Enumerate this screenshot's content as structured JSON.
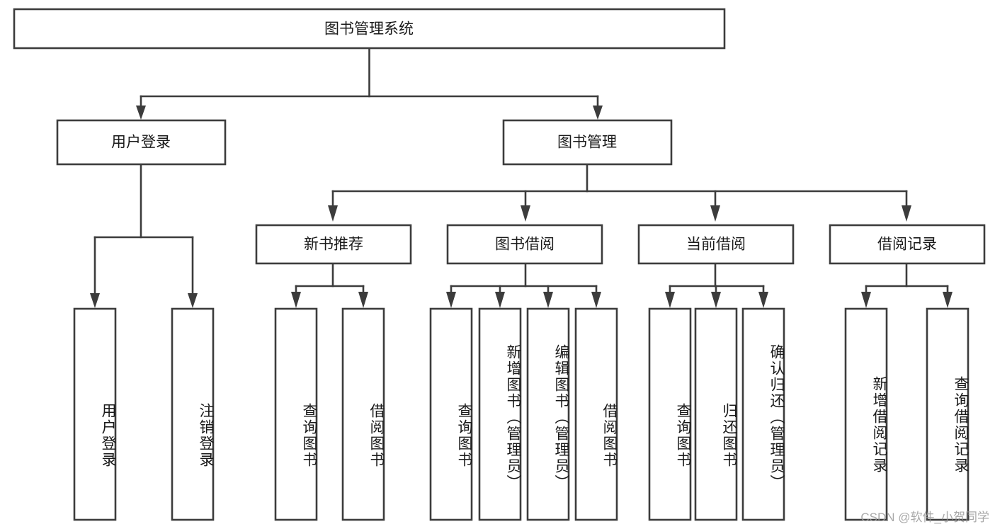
{
  "diagram": {
    "type": "tree",
    "title": "图书管理系统",
    "watermark": "CSDN @软件_小贺同学",
    "colors": {
      "box_stroke": "#3c3c3c",
      "box_fill": "#ffffff",
      "text": "#1a1a1a",
      "background": "#ffffff",
      "watermark": "#9a9a9a"
    },
    "levels": {
      "root": {
        "label": "图书管理系统"
      },
      "level2": [
        {
          "label": "用户登录"
        },
        {
          "label": "图书管理"
        }
      ],
      "level3": [
        {
          "label": "新书推荐"
        },
        {
          "label": "图书借阅"
        },
        {
          "label": "当前借阅"
        },
        {
          "label": "借阅记录"
        }
      ]
    },
    "leaves": {
      "user_login": [
        {
          "label": "用户登录"
        },
        {
          "label": "注销登录"
        }
      ],
      "new_book_recommend": [
        {
          "label": "查询图书"
        },
        {
          "label": "借阅图书"
        }
      ],
      "book_borrow": [
        {
          "label": "查询图书"
        },
        {
          "label": "新增图书（管理员）"
        },
        {
          "label": "编辑图书（管理员）"
        },
        {
          "label": "借阅图书"
        }
      ],
      "current_borrow": [
        {
          "label": "查询图书"
        },
        {
          "label": "归还图书"
        },
        {
          "label": "确认归还（管理员）"
        }
      ],
      "borrow_record": [
        {
          "label": "新增借阅记录"
        },
        {
          "label": "查询借阅记录"
        }
      ]
    }
  }
}
